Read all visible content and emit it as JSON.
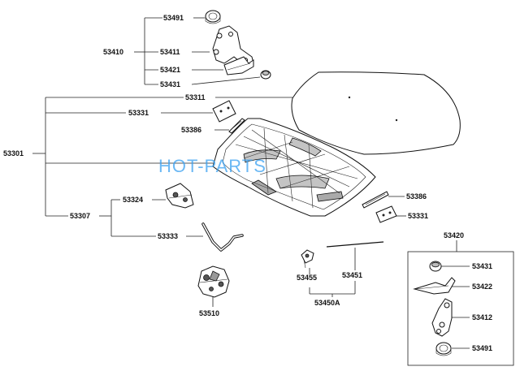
{
  "watermark": "HOT-PARTS",
  "labels": {
    "p53491a": "53491",
    "p53410": "53410",
    "p53411": "53411",
    "p53421": "53421",
    "p53431a": "53431",
    "p53311": "53311",
    "p53331a": "53331",
    "p53386a": "53386",
    "p53301": "53301",
    "p53324": "53324",
    "p53307": "53307",
    "p53333": "53333",
    "p53386b": "53386",
    "p53331b": "53331",
    "p53420": "53420",
    "p53455": "53455",
    "p53451": "53451",
    "p53450A": "53450A",
    "p53510": "53510",
    "p53431b": "53431",
    "p53422": "53422",
    "p53412": "53412",
    "p53491b": "53491"
  }
}
